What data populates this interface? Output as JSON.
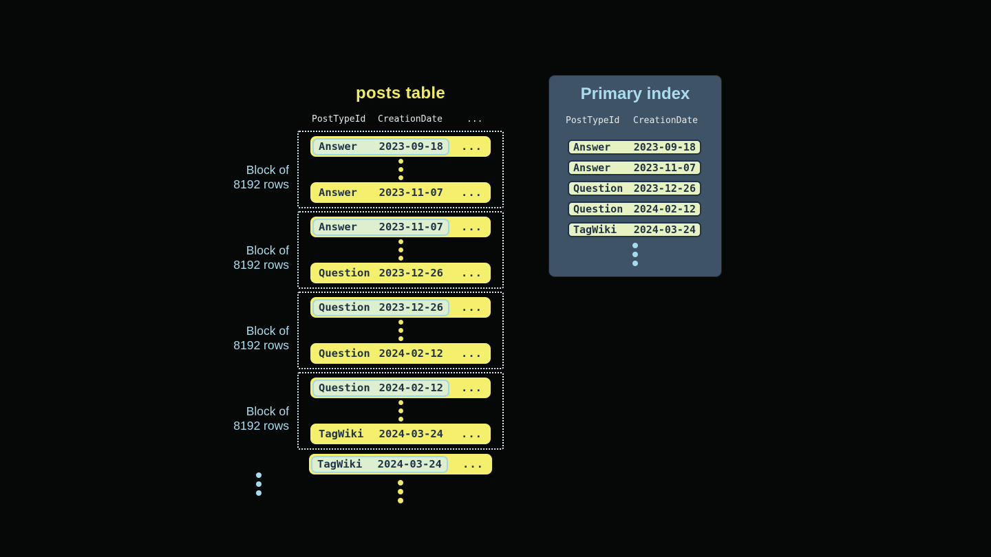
{
  "posts_table": {
    "title": "posts table",
    "header": {
      "col1": "PostTypeId",
      "col2": "CreationDate",
      "col3": "..."
    },
    "block_label": {
      "line1": "Block of",
      "line2": "8192 rows"
    },
    "row_ellipsis": "...",
    "blocks": [
      {
        "first_row": {
          "post_type": "Answer",
          "creation_date": "2023-09-18",
          "indexed": true
        },
        "last_row": {
          "post_type": "Answer",
          "creation_date": "2023-11-07",
          "indexed": false
        }
      },
      {
        "first_row": {
          "post_type": "Answer",
          "creation_date": "2023-11-07",
          "indexed": true
        },
        "last_row": {
          "post_type": "Question",
          "creation_date": "2023-12-26",
          "indexed": false
        }
      },
      {
        "first_row": {
          "post_type": "Question",
          "creation_date": "2023-12-26",
          "indexed": true
        },
        "last_row": {
          "post_type": "Question",
          "creation_date": "2024-02-12",
          "indexed": false
        }
      },
      {
        "first_row": {
          "post_type": "Question",
          "creation_date": "2024-02-12",
          "indexed": true
        },
        "last_row": {
          "post_type": "TagWiki",
          "creation_date": "2024-03-24",
          "indexed": false
        }
      }
    ],
    "overflow_row": {
      "post_type": "TagWiki",
      "creation_date": "2024-03-24",
      "indexed": true
    }
  },
  "primary_index": {
    "title": "Primary index",
    "header": {
      "col1": "PostTypeId",
      "col2": "CreationDate"
    },
    "entries": [
      {
        "post_type": "Answer",
        "creation_date": "2023-09-18"
      },
      {
        "post_type": "Answer",
        "creation_date": "2023-11-07"
      },
      {
        "post_type": "Question",
        "creation_date": "2023-12-26"
      },
      {
        "post_type": "Question",
        "creation_date": "2024-02-12"
      },
      {
        "post_type": "TagWiki",
        "creation_date": "2024-03-24"
      }
    ]
  },
  "colors": {
    "background": "#060707",
    "row_yellow": "#f4ef6d",
    "dark_text": "#213447",
    "highlight_green": "#ddefcf",
    "highlight_border": "#9ed8ea",
    "block_border": "#d9eef6",
    "label_blue": "#aadcee",
    "panel_bg": "#3e5466",
    "index_row_bg": "#e7f2c3",
    "title_yellow": "#f0eb60",
    "header_text": "#e4e8ea",
    "yellow_dot": "#f0e964",
    "blue_dot": "#a3dcef"
  }
}
